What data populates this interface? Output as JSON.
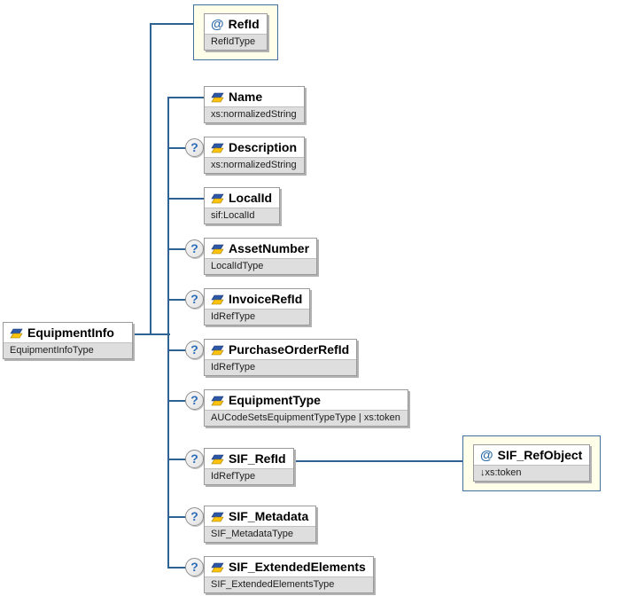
{
  "diagram": {
    "optional_marker": "?",
    "attribute_marker": "@",
    "root": {
      "name": "EquipmentInfo",
      "type": "EquipmentInfoType"
    },
    "attributes": [
      {
        "name": "RefId",
        "type": "RefIdType"
      },
      {
        "name": "SIF_RefObject",
        "type": "↓xs:token"
      }
    ],
    "children": [
      {
        "name": "Name",
        "type": "xs:normalizedString",
        "optional": false
      },
      {
        "name": "Description",
        "type": "xs:normalizedString",
        "optional": true
      },
      {
        "name": "LocalId",
        "type": "sif:LocalId",
        "optional": false
      },
      {
        "name": "AssetNumber",
        "type": "LocalIdType",
        "optional": true
      },
      {
        "name": "InvoiceRefId",
        "type": "IdRefType",
        "optional": true
      },
      {
        "name": "PurchaseOrderRefId",
        "type": "IdRefType",
        "optional": true
      },
      {
        "name": "EquipmentType",
        "type": "AUCodeSetsEquipmentTypeType | xs:token",
        "optional": true
      },
      {
        "name": "SIF_RefId",
        "type": "IdRefType",
        "optional": true
      },
      {
        "name": "SIF_Metadata",
        "type": "SIF_MetadataType",
        "optional": true
      },
      {
        "name": "SIF_ExtendedElements",
        "type": "SIF_ExtendedElementsType",
        "optional": true
      }
    ],
    "colors": {
      "connector": "#2d6293",
      "attribute_container_border": "#3f70a0",
      "attribute_container_bg": "#fffee9",
      "type_row_bg": "#dedede",
      "optional_mark_color": "#2b6cb8",
      "icon_blue": "#2d57a7",
      "icon_yellow": "#fdc30f"
    }
  }
}
